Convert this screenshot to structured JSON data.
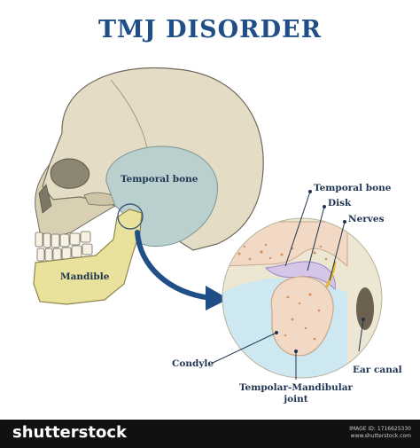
{
  "title": "TMJ DISORDER",
  "labels": {
    "temporal_bone_skull": "Temporal bone",
    "mandible": "Mandible",
    "temporal_bone": "Temporal bone",
    "disk": "Disk",
    "nerves": "Nerves",
    "condyle": "Condyle",
    "ear_canal": "Ear canal",
    "joint_line1": "Tempolar-Mandibular",
    "joint_line2": "joint"
  },
  "footer": {
    "brand": "shutterstock",
    "image_id": "IMAGE ID: 1716625330",
    "site": "www.shutterstock.com"
  },
  "colors": {
    "title": "#1f4f86",
    "skull": "#e4dcc4",
    "temporal": "#b9d0cf",
    "mandible": "#e9e29d",
    "arrow": "#1f4f86",
    "disk": "#d5c6e8",
    "nerve": "#e7b52a"
  }
}
